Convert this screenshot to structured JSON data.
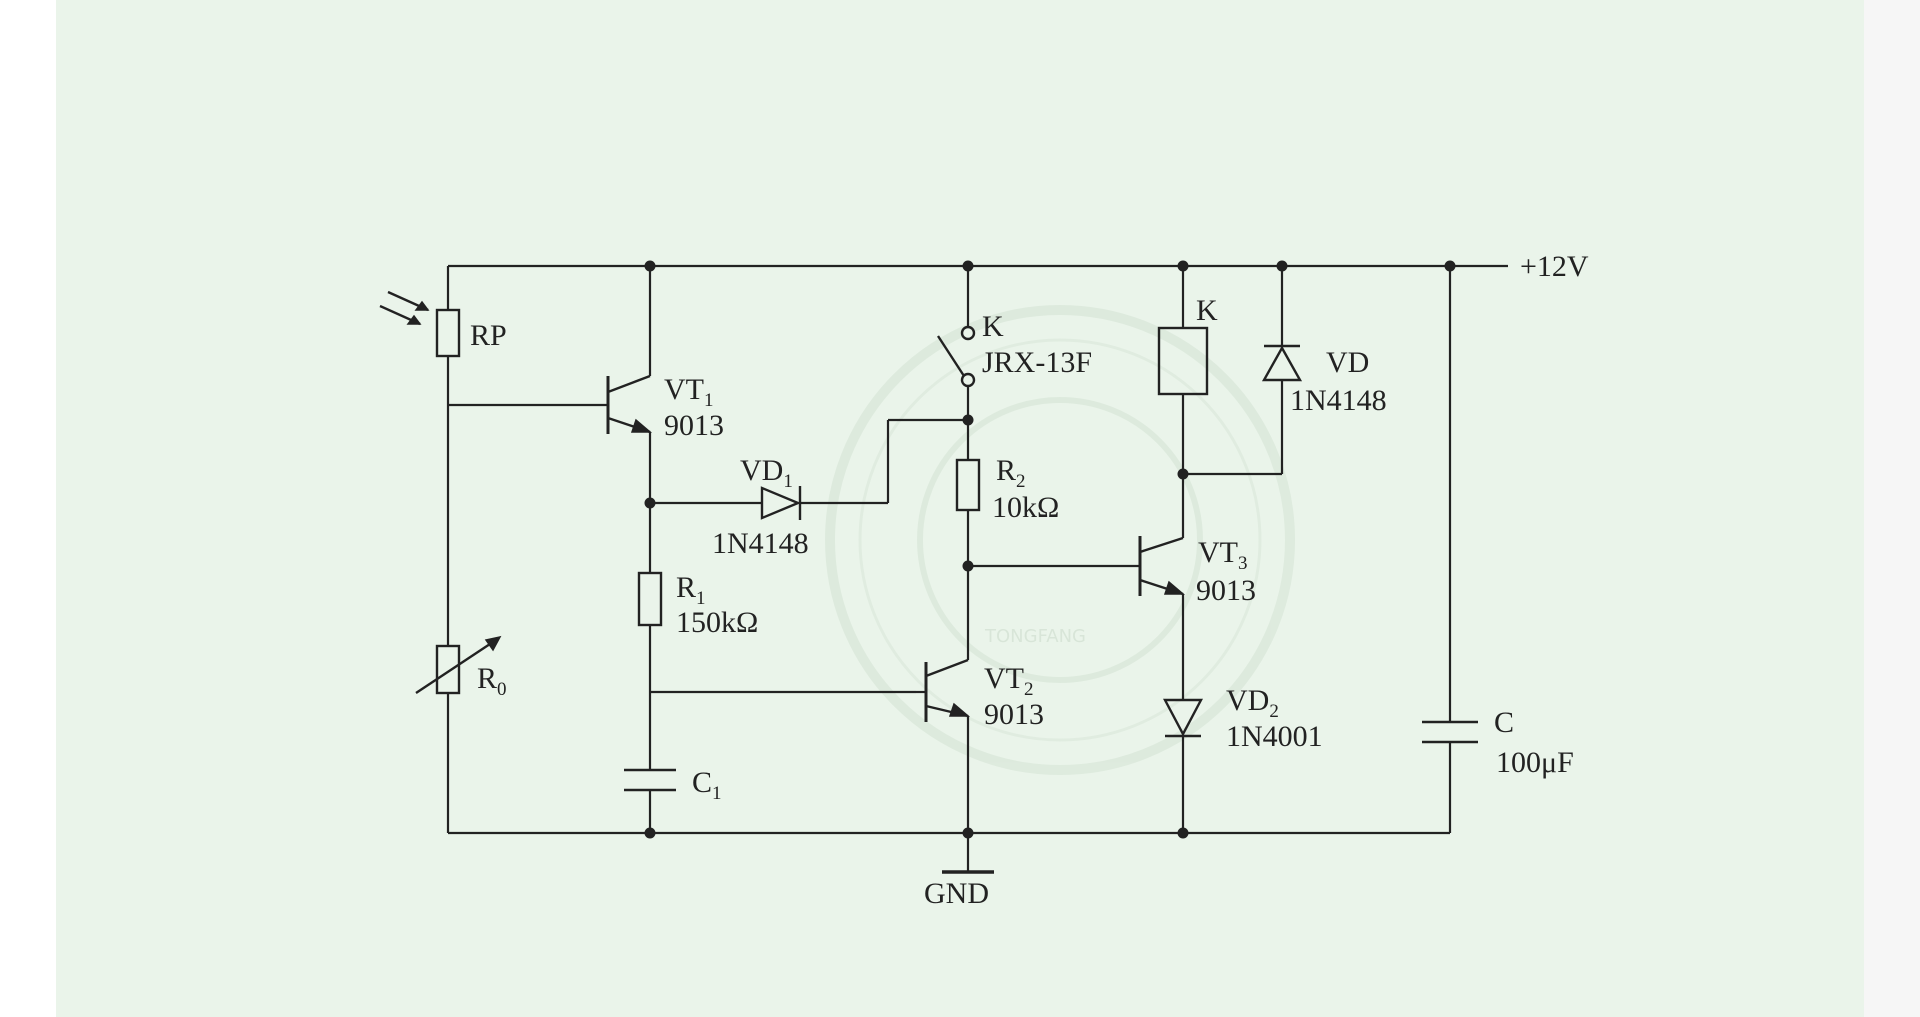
{
  "supply": {
    "label": "+12V"
  },
  "ground": {
    "label": "GND"
  },
  "components": {
    "rp": {
      "name": "RP"
    },
    "r0": {
      "name": "R",
      "sub": "0"
    },
    "vt1": {
      "name": "VT",
      "sub": "1",
      "model": "9013"
    },
    "vd1": {
      "name": "VD",
      "sub": "1",
      "model": "1N4148"
    },
    "r1": {
      "name": "R",
      "sub": "1",
      "value": "150kΩ"
    },
    "c1": {
      "name": "C",
      "sub": "1"
    },
    "relay_contact": {
      "name": "K",
      "model": "JRX-13F"
    },
    "r2": {
      "name": "R",
      "sub": "2",
      "value": "10kΩ"
    },
    "vt2": {
      "name": "VT",
      "sub": "2",
      "model": "9013"
    },
    "relay_coil": {
      "name": "K"
    },
    "vd": {
      "name": "VD",
      "model": "1N4148"
    },
    "vt3": {
      "name": "VT",
      "sub": "3",
      "model": "9013"
    },
    "vd2": {
      "name": "VD",
      "sub": "2",
      "model": "1N4001"
    },
    "c": {
      "name": "C",
      "value": "100μF"
    }
  },
  "watermark": {
    "text": "TONGFANG"
  }
}
